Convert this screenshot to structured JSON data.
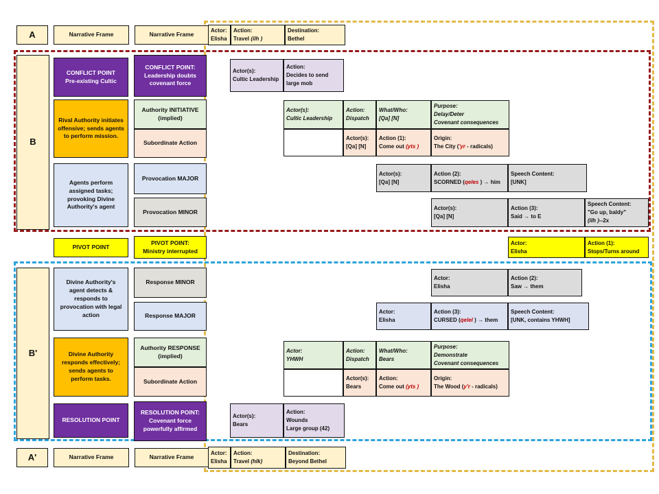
{
  "palette": {
    "outer_boundary": "#E2BA45",
    "section_b_boundary": "#971B1B",
    "section_bprime_boundary": "#2BA3DC",
    "conflict_purple": "#7030A0",
    "authority_orange": "#FFC000",
    "initiative_green": "#E2EFDA",
    "subordinate_pink": "#FBE5D6",
    "agent_blue": "#DAE3F3",
    "pivot_yellow": "#FFFF00",
    "accent_red": "#C00000"
  },
  "a": {
    "label": "A",
    "frame1": "Narrative Frame",
    "frame2": "Narrative Frame",
    "actor": {
      "k": "Actor:",
      "v": "Elisha"
    },
    "action": {
      "k": "Action:",
      "pre": "Travel ",
      "accent": "(ilh )"
    },
    "dest": {
      "k": "Destination:",
      "v": "Bethel"
    }
  },
  "b": {
    "label": "B",
    "conflict1": "CONFLICT POINT\nPre-existing Cultic",
    "conflict2": "CONFLICT POINT:\nLeadership doubts\ncovenant force",
    "lav_actor": {
      "k": "Actor(s):",
      "v": "Cultic Leadership"
    },
    "lav_action": {
      "k": "Action:",
      "v": "Decides to send\nlarge mob"
    },
    "orange": "Rival Authority initiates\noffensive; sends agents\nto perform mission.",
    "green_box": "Authority INITIATIVE\n(implied)",
    "pink_box": "Subordinate Action",
    "dispatch": {
      "actor": {
        "k": "Actor(s):",
        "v": "Cultic Leadership"
      },
      "action": {
        "k": "Action:",
        "v": "Dispatch"
      },
      "what": {
        "k": "What/Who:",
        "v": "[Qa] [N]"
      },
      "purpose": {
        "k": "Purpose:",
        "v": "Delay/Deter\nCovenant consequences"
      }
    },
    "subaction": {
      "actor": {
        "k": "Actor(s):",
        "v": "[Qa] [N]"
      },
      "action": {
        "k": "Action (1):",
        "pre": "Come out ",
        "accent": "(yts )"
      },
      "origin": {
        "k": "Origin:",
        "pre": "The City (",
        "accent": "'yr",
        "post": " -  radicals)"
      }
    },
    "blue_box": "Agents perform\nassigned tasks;\nprovoking Divine\nAuthority's agent",
    "prov_major": "Provocation MAJOR",
    "prov_minor": "Provocation MINOR",
    "scorn": {
      "actor": {
        "k": "Actor(s):",
        "v": "[Qa] [N]"
      },
      "action": {
        "k": "Action (2):",
        "pre": "SCORNED (",
        "accent": "qeles",
        "post": " ) → him"
      },
      "speech": {
        "k": "Speech Content:",
        "v": "[UNK]"
      }
    },
    "said": {
      "actor": {
        "k": "Actor(s):",
        "v": "[Qa] [N]"
      },
      "action": {
        "k": "Action (3):",
        "v": "Said → to E"
      },
      "speech": {
        "k": "Speech Content:",
        "q": "\"Go up, baldy\"",
        "accent": "(ilh )",
        "post": "--2x"
      }
    }
  },
  "pivot": {
    "box1": "PIVOT POINT",
    "box2": "PIVOT POINT:\nMinistry interrupted",
    "actor": {
      "k": "Actor:",
      "v": "Elisha"
    },
    "action": {
      "k": "Action (1):",
      "v": "Stops/Turns around"
    }
  },
  "bp": {
    "label": "B'",
    "blue_box": "Divine Authority's\nagent detects &\nresponds to\nprovocation with legal\naction",
    "resp_minor": "Response MINOR",
    "resp_major": "Response MAJOR",
    "saw": {
      "actor": {
        "k": "Actor:",
        "v": "Elisha"
      },
      "action": {
        "k": "Action (2):",
        "v": "Saw → them"
      }
    },
    "cursed": {
      "actor": {
        "k": "Actor:",
        "v": "Elisha"
      },
      "action": {
        "k": "Action (3):",
        "pre": "CURSED (",
        "accent": "qelel",
        "post": " ) → them"
      },
      "speech": {
        "k": "Speech Content:",
        "v": "[UNK, contains YHWH]"
      }
    },
    "orange": "Divine Authority\nresponds effectively;\nsends agents to\nperform tasks.",
    "green_box": "Authority RESPONSE\n(implied)",
    "pink_box": "Subordinate Action",
    "dispatch": {
      "actor": {
        "k": "Actor:",
        "v": "YHWH"
      },
      "action": {
        "k": "Action:",
        "v": "Dispatch"
      },
      "what": {
        "k": "What/Who:",
        "v": "Bears"
      },
      "purpose": {
        "k": "Purpose:",
        "v": "Demonstrate\nCovenant consequences"
      }
    },
    "subaction": {
      "actor": {
        "k": "Actor(s):",
        "v": "Bears"
      },
      "action": {
        "k": "Action:",
        "pre": "Come out ",
        "accent": "(yts )"
      },
      "origin": {
        "k": "Origin:",
        "pre": "The Wood (",
        "accent": "y'r",
        "post": " -  radicals)"
      }
    },
    "res1": "RESOLUTION POINT",
    "res2": "RESOLUTION POINT:\nCovenant force\npowerfully affirmed",
    "wounds": {
      "actor": {
        "k": "Actor(s):",
        "v": "Bears"
      },
      "action": {
        "k": "Action:",
        "v": "Wounds\nLarge group (42)"
      }
    }
  },
  "ap": {
    "label": "A'",
    "frame1": "Narrative Frame",
    "frame2": "Narrative Frame",
    "actor": {
      "k": "Actor:",
      "v": "Elisha"
    },
    "action": {
      "k": "Action:",
      "pre": "Travel ",
      "accent": "(hlk)"
    },
    "dest": {
      "k": "Destination:",
      "v": "Beyond Bethel"
    }
  }
}
